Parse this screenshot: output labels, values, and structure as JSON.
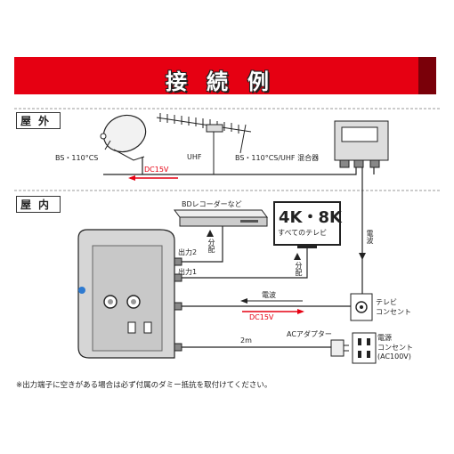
{
  "header": {
    "title": "接続例"
  },
  "sections": {
    "outdoor": "屋外",
    "indoor": "屋内"
  },
  "labels": {
    "bs_antenna": "BS・110°CS",
    "uhf_antenna": "UHF",
    "mixer": "BS・110°CS/UHF 混合器",
    "dc15v_top": "DC15V",
    "bd_recorder": "BDレコーダーなど",
    "tv_big": "4K・8K",
    "tv_sub": "すべてのテレビ",
    "out2": "出力2",
    "out1": "出力1",
    "bunpa_1": "分配",
    "bunpa_2": "分配",
    "denpa_vertical": "電波",
    "denpa": "電波",
    "dc15v_bottom": "DC15V",
    "tv_outlet": "テレビ\nコンセント",
    "ac_adapter": "ACアダプター",
    "length": "2m",
    "power_outlet": "電源\nコンセント\n(AC100V)"
  },
  "footnote": "※出力端子に空きがある場合は必ず付属のダミー抵抗を取付けてください。",
  "colors": {
    "accent": "#e60012",
    "line": "#222222",
    "device": "#dcdcdc"
  }
}
